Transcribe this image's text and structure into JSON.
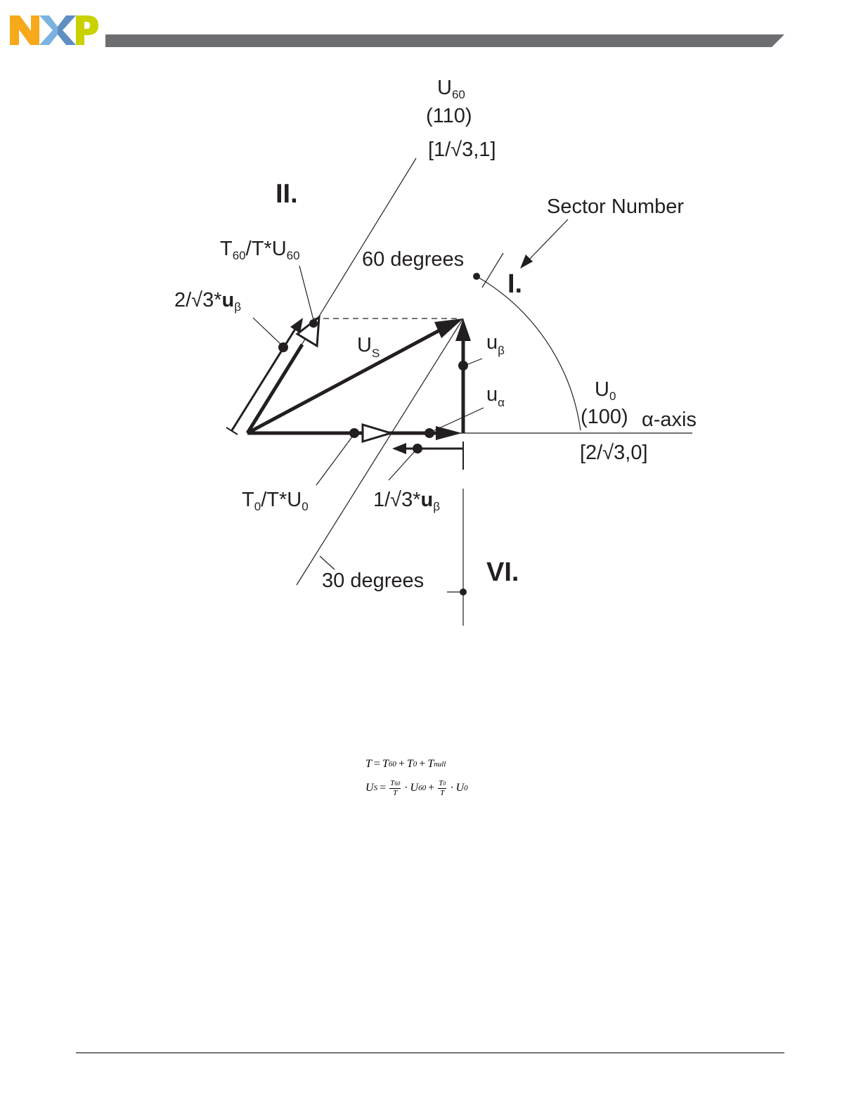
{
  "header": {
    "brand_color_orange": "#f7a81b",
    "brand_color_blue": "#7ab3e1",
    "brand_color_green": "#c9d200",
    "bar_color": "#6d6e71"
  },
  "diagram": {
    "u60": {
      "name": "U",
      "sub": "60",
      "code": "(110)",
      "coords": "[1/√3,1]"
    },
    "u0": {
      "name": "U",
      "sub": "0",
      "code": "(100)",
      "axis": "α-axis",
      "coords": "[2/√3,0]"
    },
    "sector_number_label": "Sector Number",
    "sector_I": "I.",
    "sector_II": "II.",
    "sector_VI": "VI.",
    "angle_60": "60 degrees",
    "angle_30": "30 degrees",
    "t60_label": {
      "t": "T",
      "t_sub": "60",
      "rest": "/T*U",
      "u_sub": "60"
    },
    "t0_label": {
      "t": "T",
      "t_sub": "0",
      "rest": "/T*U",
      "u_sub": "0"
    },
    "two_over_sqrt3": {
      "prefix": "2/√3*",
      "var": "u",
      "sub": "β"
    },
    "one_over_sqrt3": {
      "prefix": "1/√3*",
      "var": "u",
      "sub": "β"
    },
    "us_label": {
      "name": "U",
      "sub": "S"
    },
    "ubeta_label": {
      "name": "u",
      "sub": "β"
    },
    "ualpha_label": {
      "name": "u",
      "sub": "α"
    }
  },
  "equations": {
    "eq1": {
      "lhs": "T",
      "eq": "=",
      "t1": "T",
      "t1_sub": "60",
      "plus": "+",
      "t2": "T",
      "t2_sub": "0",
      "t3": "T",
      "t3_sub": "null"
    },
    "eq2": {
      "lhs": "U",
      "lhs_sub": "S",
      "eq": "=",
      "f1_num": "T",
      "f1_num_sub": "60",
      "f1_den": "T",
      "dot": "·",
      "u1": "U",
      "u1_sub": "60",
      "plus": "+",
      "f2_num": "T",
      "f2_num_sub": "0",
      "f2_den": "T",
      "u2": "U",
      "u2_sub": "0"
    }
  }
}
